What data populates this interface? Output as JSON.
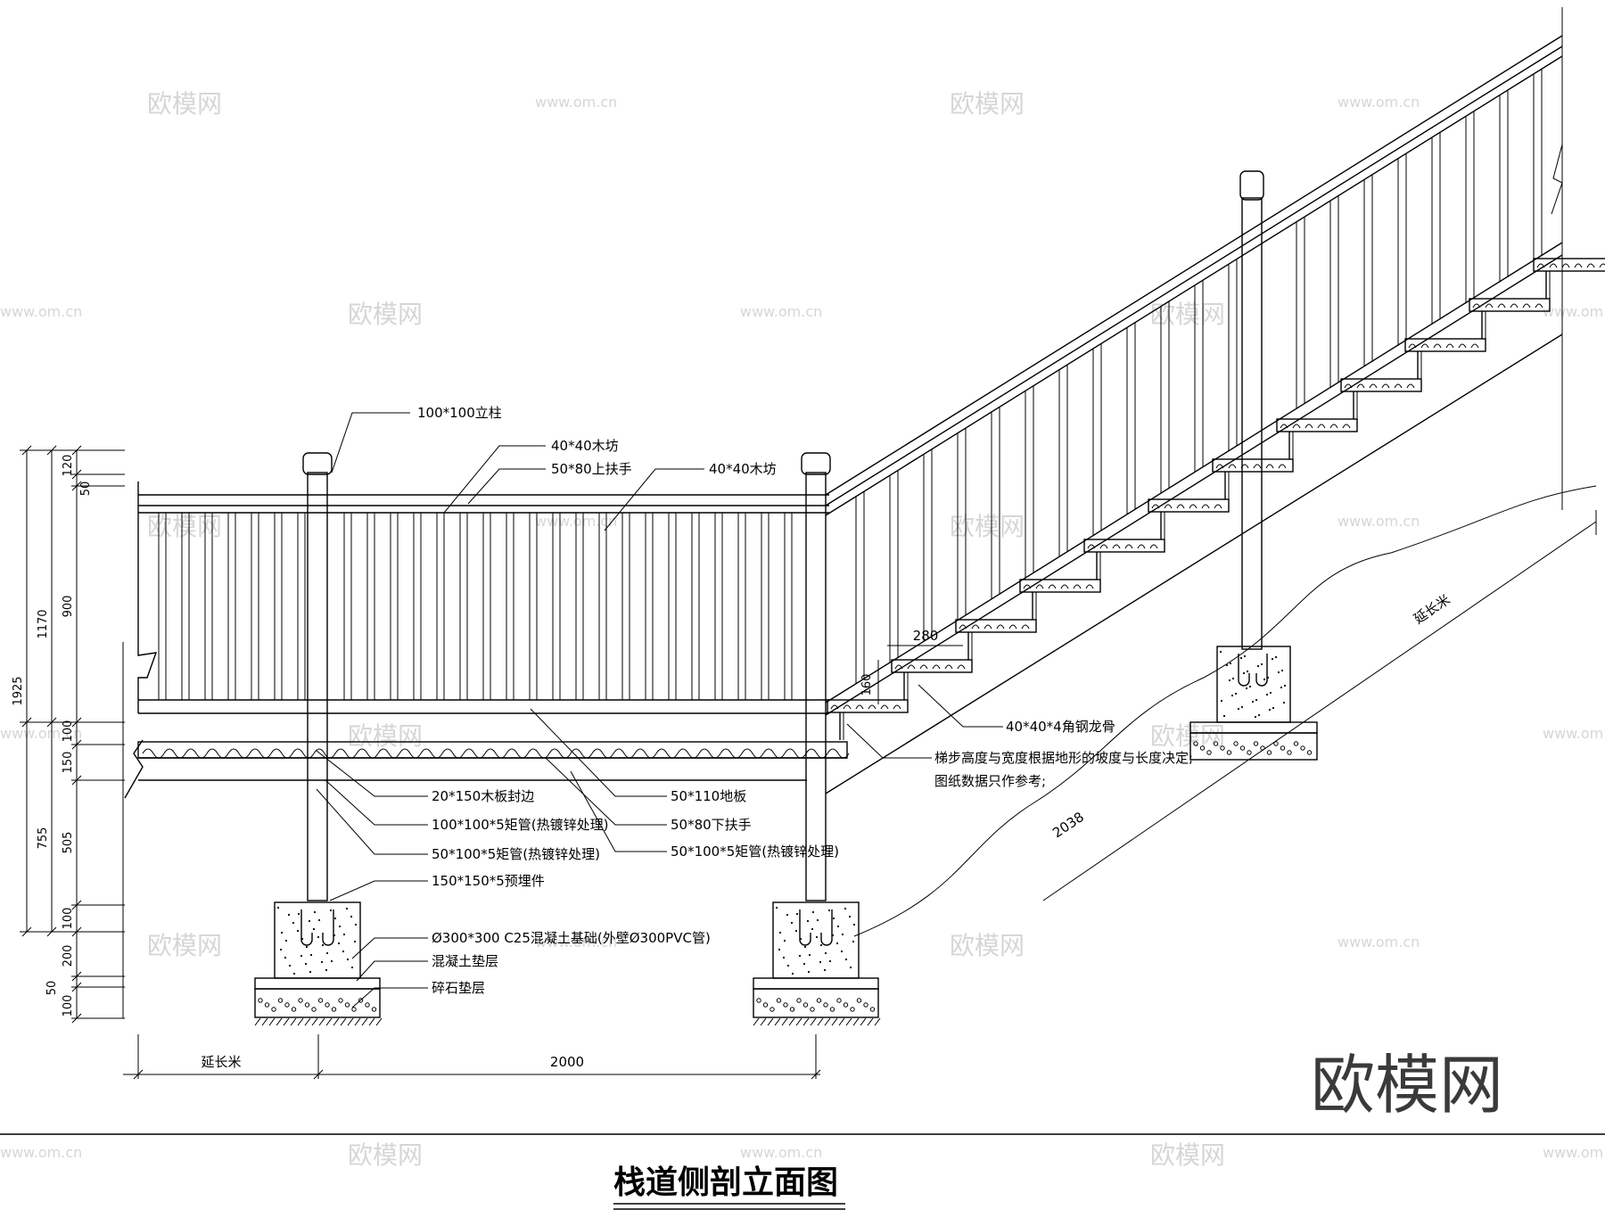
{
  "title": "栈道侧剖立面图",
  "watermark": {
    "brand": "欧模网",
    "url": "www.om.cn"
  },
  "callouts": {
    "post": "100*100立柱",
    "rail_top_wood": "40*40木坊",
    "upper_handrail": "50*80上扶手",
    "rail_wood_right": "40*40木坊",
    "edge_board": "20*150木板封边",
    "tube_100": "100*100*5矩管(热镀锌处理)",
    "tube_50_left": "50*100*5矩管(热镀锌处理)",
    "embed": "150*150*5预埋件",
    "footing": "Ø300*300 C25混凝土基础(外壁Ø300PVC管)",
    "concrete_bed": "混凝土垫层",
    "gravel_bed": "碎石垫层",
    "floor": "50*110地板",
    "lower_handrail": "50*80下扶手",
    "tube_50_right": "50*100*5矩管(热镀锌处理)",
    "angle_steel": "40*40*4角钢龙骨",
    "note_line1": "梯步高度与宽度根据地形的坡度与长度决定;",
    "note_line2": "图纸数据只作参考;"
  },
  "dimensions": {
    "left_col1": [
      "1925"
    ],
    "left_col2": [
      "1170",
      "755"
    ],
    "left_col3": [
      "120",
      "50",
      "900",
      "100",
      "150",
      "505",
      "100",
      "200",
      "50",
      "100"
    ],
    "bottom": [
      "延长米",
      "2000"
    ],
    "stair_tread": "280",
    "stair_riser": "160",
    "slope_length": "2038",
    "slope_extend": "延长米"
  }
}
